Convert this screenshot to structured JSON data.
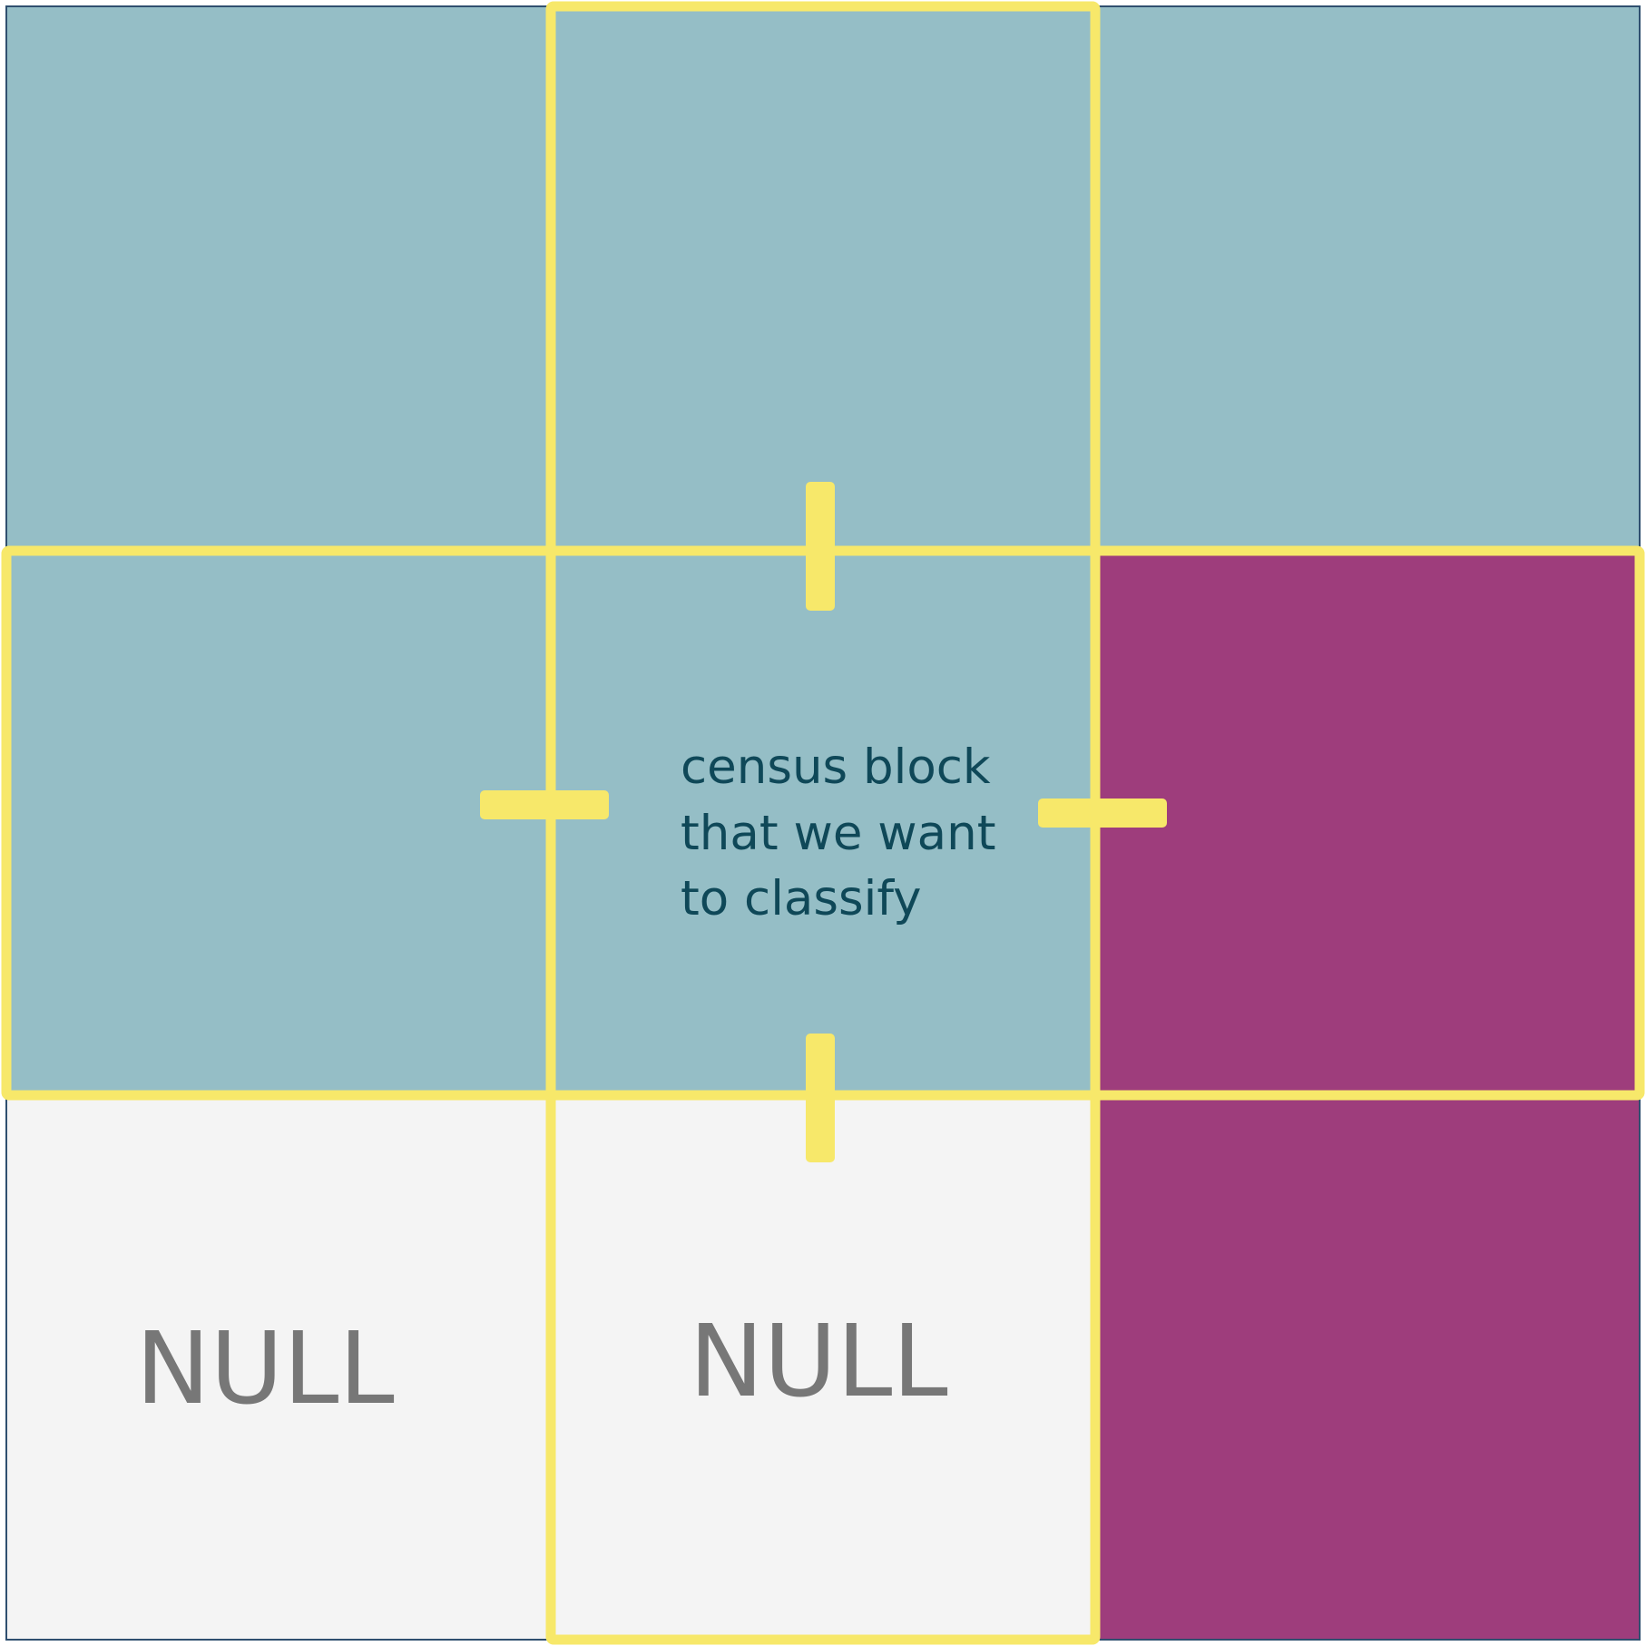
{
  "diagram": {
    "center_label_lines": [
      "census block",
      "that we want",
      "to classify"
    ],
    "null_labels": [
      "NULL",
      "NULL"
    ],
    "cells": [
      {
        "id": "top-left",
        "category": "teal"
      },
      {
        "id": "top-center",
        "category": "teal"
      },
      {
        "id": "top-right",
        "category": "teal"
      },
      {
        "id": "middle-left",
        "category": "teal"
      },
      {
        "id": "middle-center",
        "category": "teal",
        "role": "target"
      },
      {
        "id": "middle-right",
        "category": "purple"
      },
      {
        "id": "bottom-left",
        "category": "null"
      },
      {
        "id": "bottom-center",
        "category": "null"
      },
      {
        "id": "bottom-right",
        "category": "purple"
      }
    ],
    "colors": {
      "teal": "#95BEC6",
      "purple": "#9E3D7C",
      "null_fill": "#F4F4F4",
      "highlight": "#F7E86A",
      "outer_border": "#2F4F6F",
      "label_dark": "#0F4858",
      "null_text": "#777777"
    }
  }
}
